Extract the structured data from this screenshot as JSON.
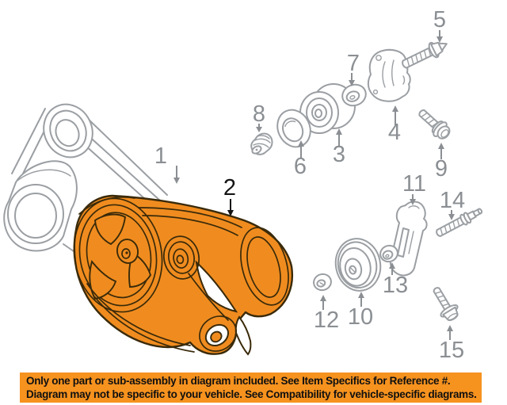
{
  "colors": {
    "highlight": "#F08C1F",
    "outline": "#3A2A0A",
    "line": "#9B9FA3",
    "label": "#8B8F93",
    "label-highlight": "#141414",
    "banner-bg": "#F6921E",
    "banner-text": "#101010"
  },
  "diagram": {
    "parts": [
      {
        "number": "1"
      },
      {
        "number": "2"
      },
      {
        "number": "3"
      },
      {
        "number": "4"
      },
      {
        "number": "5"
      },
      {
        "number": "6"
      },
      {
        "number": "7"
      },
      {
        "number": "8"
      },
      {
        "number": "9"
      },
      {
        "number": "10"
      },
      {
        "number": "11"
      },
      {
        "number": "12"
      },
      {
        "number": "13"
      },
      {
        "number": "14"
      },
      {
        "number": "15"
      }
    ]
  },
  "banner": {
    "line1": "Only one part or sub-assembly in diagram included. See Item Specifics for Reference #.",
    "line2": "Diagram may not be specific to your vehicle. See Compatibility for vehicle-specific diagrams."
  }
}
